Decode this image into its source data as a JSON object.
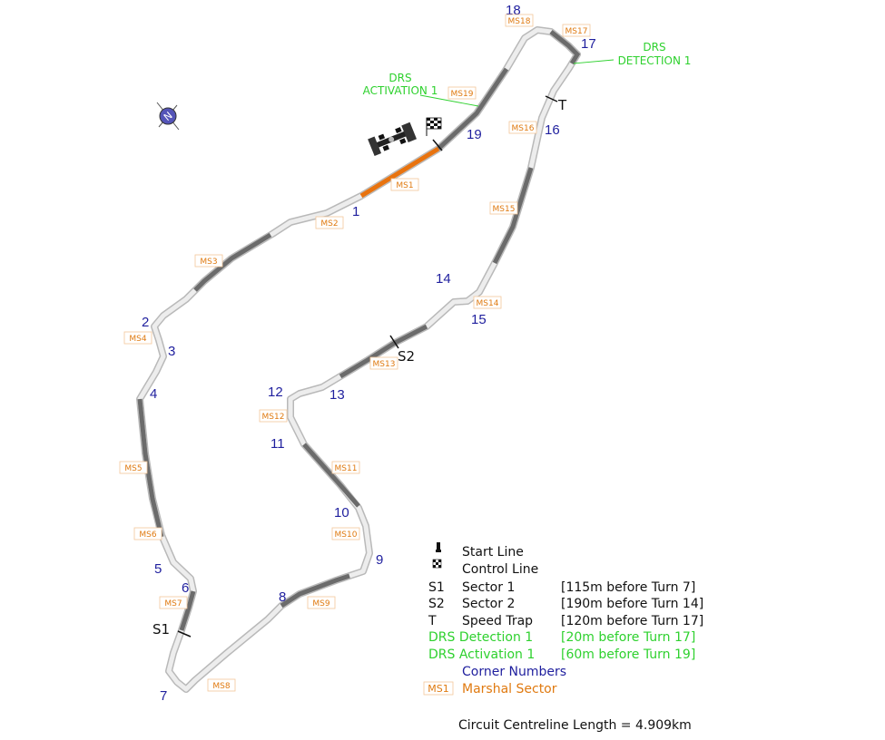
{
  "corners": [
    {
      "id": "1",
      "label": "1"
    },
    {
      "id": "2",
      "label": "2"
    },
    {
      "id": "3",
      "label": "3"
    },
    {
      "id": "4",
      "label": "4"
    },
    {
      "id": "5",
      "label": "5"
    },
    {
      "id": "6",
      "label": "6"
    },
    {
      "id": "7",
      "label": "7"
    },
    {
      "id": "8",
      "label": "8"
    },
    {
      "id": "9",
      "label": "9"
    },
    {
      "id": "10",
      "label": "10"
    },
    {
      "id": "11",
      "label": "11"
    },
    {
      "id": "12",
      "label": "12"
    },
    {
      "id": "13",
      "label": "13"
    },
    {
      "id": "14",
      "label": "14"
    },
    {
      "id": "15",
      "label": "15"
    },
    {
      "id": "16",
      "label": "16"
    },
    {
      "id": "17",
      "label": "17"
    },
    {
      "id": "18",
      "label": "18"
    },
    {
      "id": "19",
      "label": "19"
    }
  ],
  "marshal_sectors": [
    "MS1",
    "MS2",
    "MS3",
    "MS4",
    "MS5",
    "MS6",
    "MS7",
    "MS8",
    "MS9",
    "MS10",
    "MS11",
    "MS12",
    "MS13",
    "MS14",
    "MS15",
    "MS16",
    "MS17",
    "MS18",
    "MS19"
  ],
  "markers": {
    "s1": "S1",
    "s2": "S2",
    "speed_trap": "T"
  },
  "drs": {
    "activation_line1": "DRS",
    "activation_line2": "ACTIVATION 1",
    "detection_line1": "DRS",
    "detection_line2": "DETECTION 1"
  },
  "legend": {
    "start_line": "Start Line",
    "control_line": "Control Line",
    "s1_key": "S1",
    "s1_label": "Sector 1",
    "s1_note": "[115m before Turn 7]",
    "s2_key": "S2",
    "s2_label": "Sector 2",
    "s2_note": "[190m before Turn 14]",
    "t_key": "T",
    "t_label": "Speed Trap",
    "t_note": "[120m before Turn 17]",
    "drs_det": "DRS Detection 1",
    "drs_det_note": "[20m before Turn 17]",
    "drs_act": "DRS Activation 1",
    "drs_act_note": "[60m before Turn 19]",
    "corner_numbers": "Corner Numbers",
    "ms_key": "MS1",
    "marshal_sector": "Marshal Sector"
  },
  "circuit_length": "Circuit Centreline Length = 4.909km",
  "colors": {
    "track_dark": "#6b6b6b",
    "track_light": "#cfcfcf",
    "start_straight": "#e8730f",
    "corner_blue": "#1f1f9e",
    "drs_green": "#2ed12e",
    "marshal_orange": "#e07a10"
  },
  "icons": {
    "compass": "compass-icon",
    "car": "f1-car-icon",
    "flag": "chequered-flag-icon"
  }
}
